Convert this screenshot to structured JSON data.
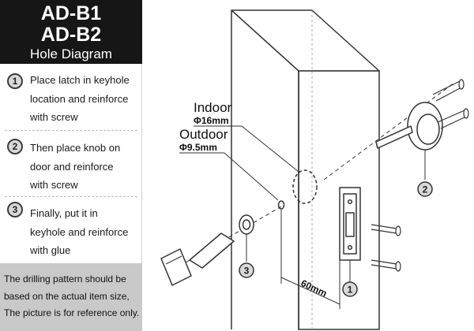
{
  "title": {
    "line1": "AD-B1",
    "line2": "AD-B2",
    "subtitle": "Hole Diagram"
  },
  "steps": [
    {
      "number": "1",
      "lines": [
        "Place latch in keyhole",
        "location and reinforce",
        "with screw"
      ]
    },
    {
      "number": "2",
      "lines": [
        "Then place knob on",
        "door and reinforce",
        "with screw"
      ]
    },
    {
      "number": "3",
      "lines": [
        "Finally, put it in",
        "keyhole and reinforce",
        "with glue"
      ]
    }
  ],
  "note": {
    "lines": [
      "The drilling pattern should be",
      "based on the actual item size,",
      "The picture is for reference only."
    ]
  },
  "diagram": {
    "indoor_label": "Indoor",
    "indoor_diameter": "Φ16mm",
    "outdoor_label": "Outdoor",
    "outdoor_diameter": "Φ9.5mm",
    "backset": "60mm",
    "callouts": [
      "1",
      "2",
      "3"
    ]
  },
  "colors": {
    "title_bg": "#161616",
    "note_bg": "#c9c9c9",
    "badge_fill": "#d9d9d9",
    "line": "#333333"
  }
}
